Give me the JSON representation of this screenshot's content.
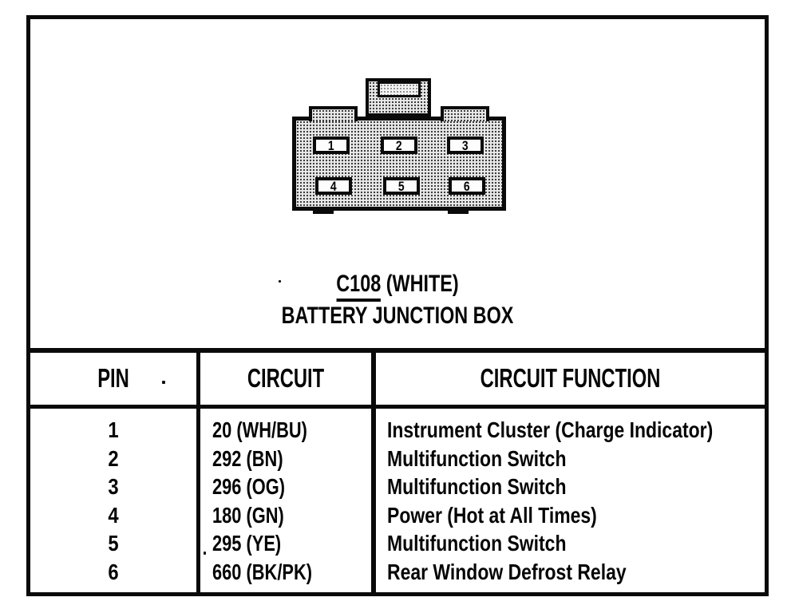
{
  "connector": {
    "id": "C108",
    "color_label": "(WHITE)",
    "subtitle": "BATTERY JUNCTION BOX",
    "pins": [
      "1",
      "2",
      "3",
      "4",
      "5",
      "6"
    ]
  },
  "table": {
    "headers": {
      "pin": "PIN",
      "circuit": "CIRCUIT",
      "function": "CIRCUIT FUNCTION"
    },
    "rows": [
      {
        "pin": "1",
        "circuit": "20 (WH/BU)",
        "function": "Instrument Cluster (Charge Indicator)"
      },
      {
        "pin": "2",
        "circuit": "292 (BN)",
        "function": "Multifunction Switch"
      },
      {
        "pin": "3",
        "circuit": "296 (OG)",
        "function": "Multifunction Switch"
      },
      {
        "pin": "4",
        "circuit": "180 (GN)",
        "function": "Power (Hot at All Times)"
      },
      {
        "pin": "5",
        "circuit": "295 (YE)",
        "function": "Multifunction Switch"
      },
      {
        "pin": "6",
        "circuit": "660 (BK/PK)",
        "function": "Rear Window Defrost Relay"
      }
    ]
  },
  "colors": {
    "ink": "#0a0a0a",
    "paper": "#ffffff"
  }
}
